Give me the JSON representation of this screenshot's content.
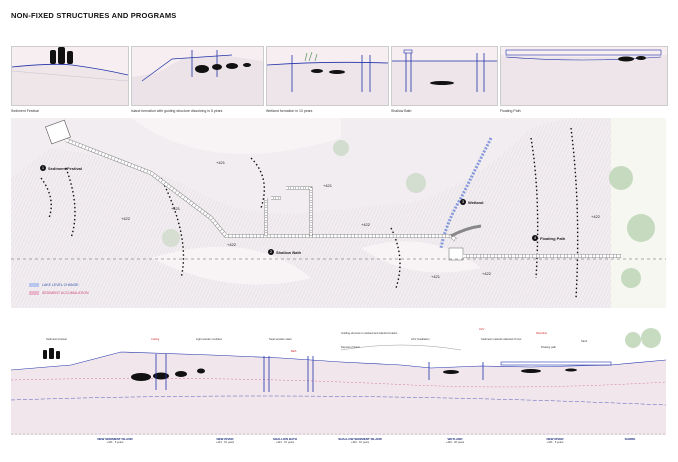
{
  "title": "NON-FIXED STRUCTURES AND PROGRAMS",
  "panels": [
    {
      "caption": "Sediment Festival"
    },
    {
      "caption": "Island formation with guiding structure dissolving in 5 years"
    },
    {
      "caption": "Wetland formation in 10 years"
    },
    {
      "caption": "Shallow Bath"
    },
    {
      "caption": "Floating Path"
    }
  ],
  "plan": {
    "places": [
      {
        "num": "1",
        "label": "Sediment Festival"
      },
      {
        "num": "2",
        "label": "Shallow Bath"
      },
      {
        "num": "3",
        "label": "Wetland"
      },
      {
        "num": "4",
        "label": "Floating Path"
      }
    ],
    "elevations": [
      "+421",
      "+421",
      "+422",
      "+422",
      "+422",
      "+421",
      "+422",
      "+421",
      "+422"
    ],
    "legend": [
      {
        "label": "LAKE LEVEL CHANGE",
        "color": "#b7c6ee"
      },
      {
        "label": "SEDIMENT ACCUMULATION",
        "color": "#e9b6cc"
      }
    ]
  },
  "section": {
    "zones": [
      {
        "label": "NEW SEDIMENT ISLAND",
        "sub": "+421 · 5 years"
      },
      {
        "label": "NEW RIVER",
        "sub": "+421 · 10 years"
      },
      {
        "label": "SHALLOW BATH",
        "sub": "+421 · 10 years"
      },
      {
        "label": "SHALLOW SEDIMENT ISLAND",
        "sub": "+422 · 10 years"
      },
      {
        "label": "WETLAND",
        "sub": "+422 · 20 years"
      },
      {
        "label": "NEW RIVER",
        "sub": "+421 · 5 years"
      },
      {
        "label": "SHORE",
        "sub": ""
      }
    ],
    "annotations": [
      "Sediment Festival",
      "Cutting",
      "Light wooden modules",
      "Steel wooden stairs",
      "Guiding structure to wetland and island formation",
      "Deposit of Sand",
      "Bath",
      "ACV Installation",
      "ACV",
      "Sediment material collected of river",
      "Shoreline",
      "Floating path",
      "Sand"
    ]
  }
}
